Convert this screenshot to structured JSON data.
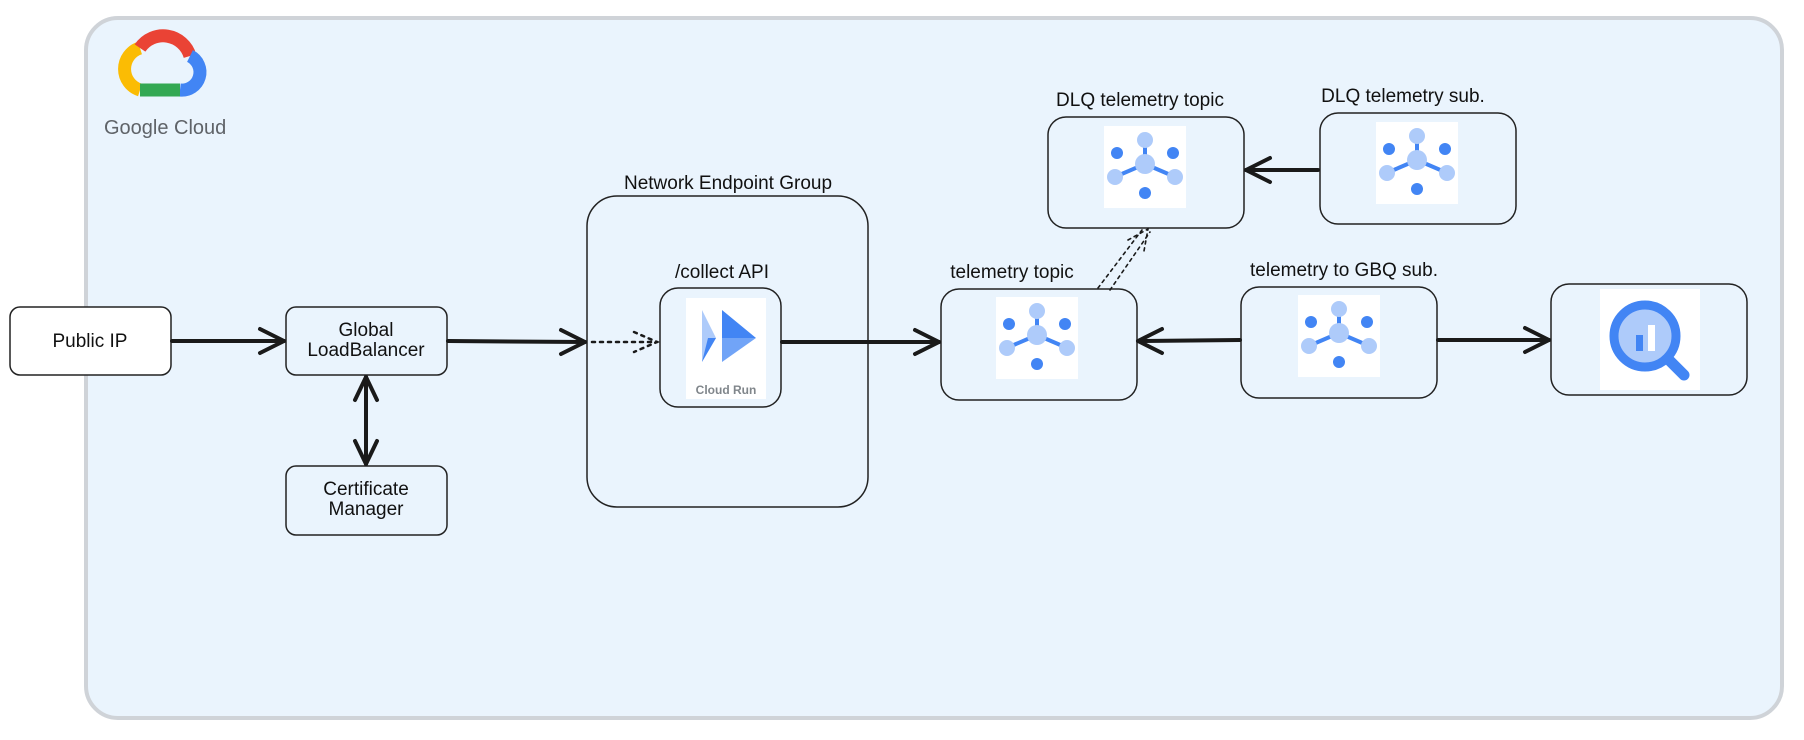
{
  "logo": {
    "brand": "Google Cloud",
    "colors": [
      "#ea4335",
      "#fbbc04",
      "#34a853",
      "#4285f4"
    ]
  },
  "nodes": {
    "public_ip": "Public IP",
    "lb_line1": "Global",
    "lb_line2": "LoadBalancer",
    "cert_line1": "Certificate",
    "cert_line2": "Manager",
    "neg_title": "Network Endpoint Group",
    "collect_api_title": "/collect API",
    "cloud_run_caption": "Cloud Run",
    "telemetry_topic_title": "telemetry topic",
    "dlq_topic_title": "DLQ telemetry topic",
    "dlq_sub_title": "DLQ telemetry sub.",
    "gbq_sub_title": "telemetry to GBQ sub."
  },
  "icons": {
    "pubsub": "pubsub-icon",
    "cloud_run": "cloud-run-icon",
    "bigquery": "bigquery-icon",
    "google_cloud": "google-cloud-logo-icon"
  },
  "colors": {
    "canvas_bg": "#eaf4fd",
    "canvas_border": "#cfd3d8",
    "icon_blue": "#4285f4",
    "icon_light_blue": "#aecbfa"
  }
}
